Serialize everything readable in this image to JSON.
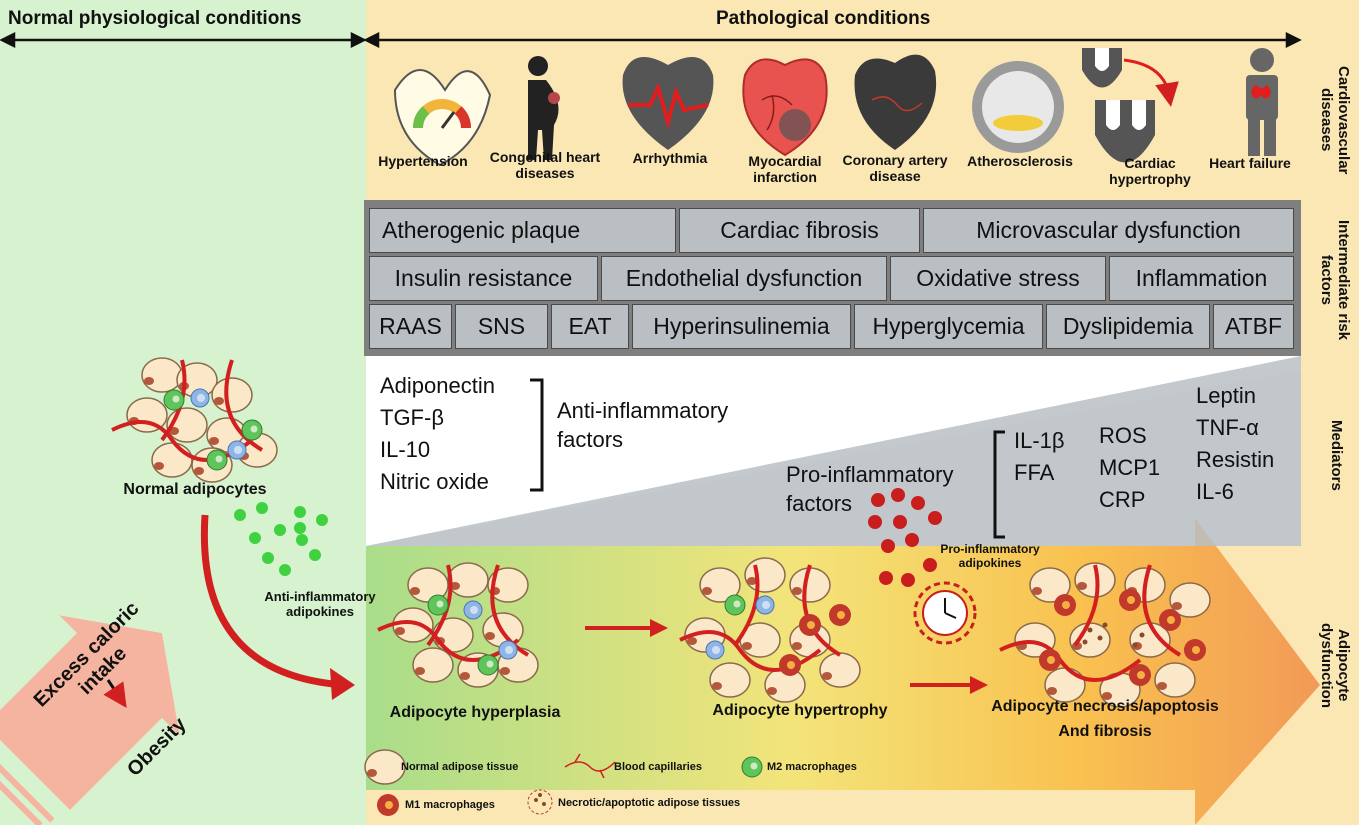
{
  "header": {
    "normal": "Normal physiological conditions",
    "pathological": "Pathological conditions"
  },
  "side_labels": {
    "cardiovascular": "Cardiovascular diseases",
    "risk": "Intermediate risk factors",
    "mediators": "Mediators",
    "dysfunction": "Adipocyte dysfunction"
  },
  "diseases": [
    {
      "label": "Hypertension",
      "icon": "gauge-heart-icon"
    },
    {
      "label": "Congenital heart diseases",
      "icon": "pregnant-woman-icon"
    },
    {
      "label": "Arrhythmia",
      "icon": "ecg-heart-icon"
    },
    {
      "label": "Myocardial infarction",
      "icon": "damaged-heart-icon"
    },
    {
      "label": "Coronary artery disease",
      "icon": "dark-heart-icon"
    },
    {
      "label": "Atherosclerosis",
      "icon": "plaque-artery-icon"
    },
    {
      "label": "Cardiac hypertrophy",
      "icon": "thickened-ventricle-icon"
    },
    {
      "label": "Heart failure",
      "icon": "person-chest-pain-icon"
    }
  ],
  "risk_rows": [
    [
      "Atherogenic plaque",
      "Cardiac fibrosis",
      "Microvascular dysfunction"
    ],
    [
      "Insulin resistance",
      "Endothelial dysfunction",
      "Oxidative stress",
      "Inflammation"
    ],
    [
      "RAAS",
      "SNS",
      "EAT",
      "Hyperinsulinemia",
      "Hyperglycemia",
      "Dyslipidemia",
      "ATBF"
    ]
  ],
  "mediators": {
    "anti_list": [
      "Adiponectin",
      "TGF-β",
      "IL-10",
      "Nitric oxide"
    ],
    "anti_label": "Anti-inflammatory factors",
    "pro_label": "Pro-inflammatory factors",
    "pro_col1": [
      "IL-1β",
      "FFA"
    ],
    "pro_col2": [
      "ROS",
      "MCP1",
      "CRP"
    ],
    "pro_col3": [
      "Leptin",
      "TNF-α",
      "Resistin",
      "IL-6"
    ]
  },
  "left": {
    "normal_adipocytes": "Normal adipocytes",
    "anti_adipokines": "Anti-inflammatory adipokines",
    "excess": "Excess caloric intake",
    "obesity": "Obesity"
  },
  "stages": {
    "hyperplasia": "Adipocyte hyperplasia",
    "hypertrophy": "Adipocyte hypertrophy",
    "necrosis": "Adipocyte necrosis/apoptosis",
    "fibrosis": "And fibrosis",
    "pro_adipokines": "Pro-inflammatory adipokines"
  },
  "legend": {
    "normal_tissue": "Normal adipose tissue",
    "capillaries": "Blood capillaries",
    "m2": "M2 macrophages",
    "m1": "M1 macrophages",
    "necrotic": "Necrotic/apoptotic adipose tissues"
  },
  "colors": {
    "normal_bg": "#d7f2cf",
    "path_bg": "#fbe7b4",
    "risk_box": "#b9bfc3",
    "capillary": "#d21f1f",
    "adipocyte_fill": "#fbe8c8",
    "m2": "#5fc45a",
    "m1": "#c0392b",
    "arrow_orange": "#f29a57"
  }
}
